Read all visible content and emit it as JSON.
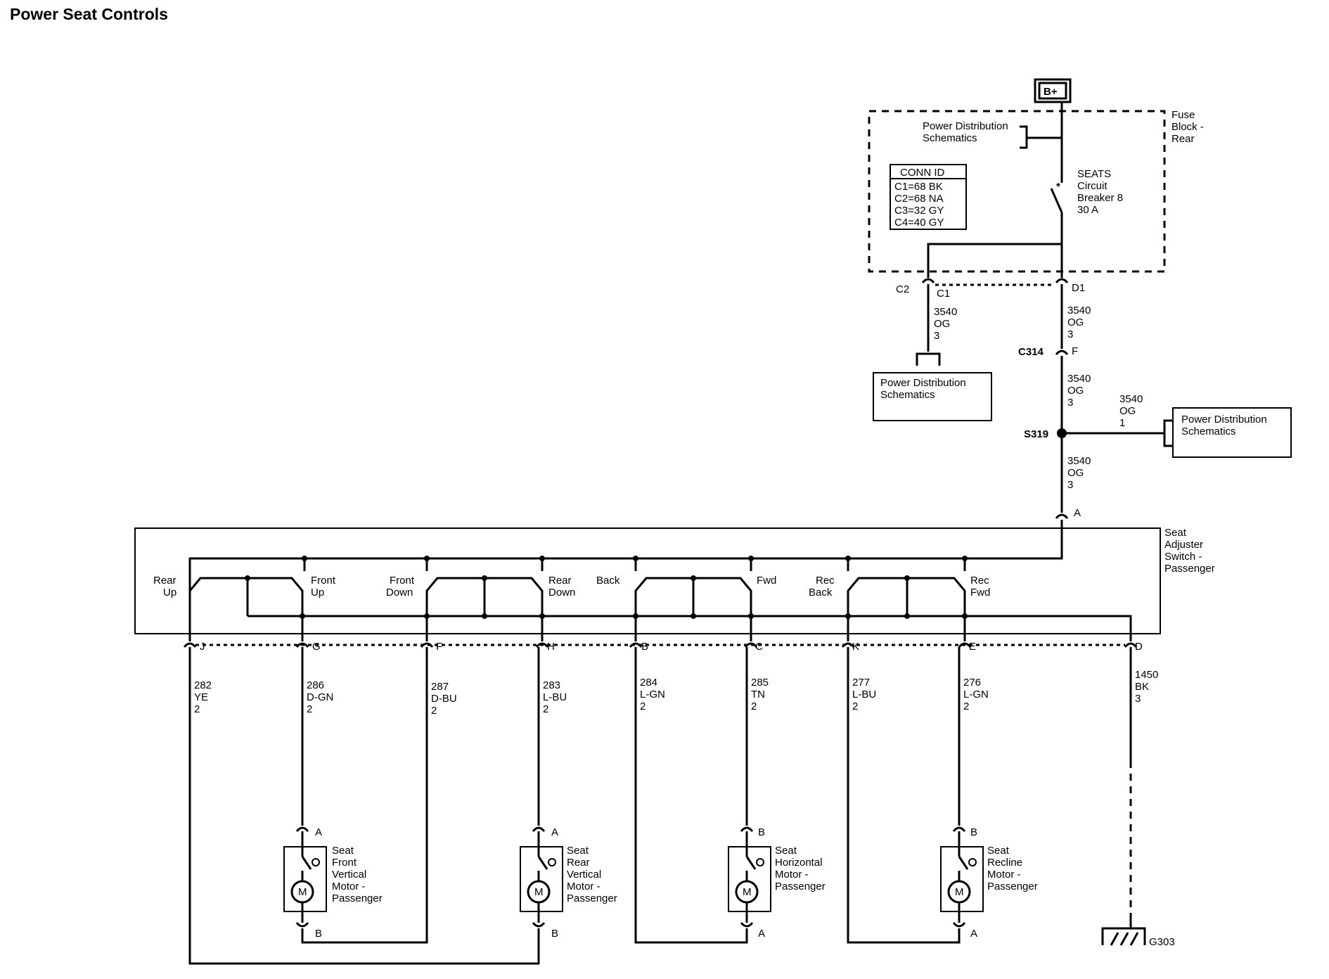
{
  "title": "Power Seat Controls",
  "battery": "B+",
  "fuse_block": {
    "label": [
      "Fuse",
      "Block -",
      "Rear"
    ],
    "power_dist": [
      "Power Distribution",
      "Schematics"
    ],
    "conn_id_header": "CONN ID",
    "conn_ids": [
      "C1=68 BK",
      "C2=68 NA",
      "C3=32 GY",
      "C4=40 GY"
    ],
    "breaker": [
      "SEATS",
      "Circuit",
      "Breaker 8",
      "30 A"
    ],
    "pin_c2": "C2",
    "pin_c1": "C1",
    "pin_d1": "D1"
  },
  "wire_left": [
    "3540",
    "OG",
    "3"
  ],
  "pds_left": [
    "Power Distribution",
    "Schematics"
  ],
  "wire_d1": [
    "3540",
    "OG",
    "3"
  ],
  "c314": {
    "name": "C314",
    "pin": "F"
  },
  "wire_c314": [
    "3540",
    "OG",
    "3"
  ],
  "s319": "S319",
  "wire_s319_branch": [
    "3540",
    "OG",
    "1"
  ],
  "pds_right": [
    "Power Distribution",
    "Schematics"
  ],
  "wire_s319": [
    "3540",
    "OG",
    "3"
  ],
  "switch": {
    "pin_a": "A",
    "label": [
      "Seat",
      "Adjuster",
      "Switch -",
      "Passenger"
    ],
    "positions": {
      "rear_up": [
        "Rear",
        "Up"
      ],
      "front_up": [
        "Front",
        "Up"
      ],
      "front_down": [
        "Front",
        "Down"
      ],
      "rear_down": [
        "Rear",
        "Down"
      ],
      "back": [
        "Back"
      ],
      "fwd": [
        "Fwd"
      ],
      "rec_back": [
        "Rec",
        "Back"
      ],
      "rec_fwd": [
        "Rec",
        "Fwd"
      ]
    }
  },
  "switch_pins": [
    "J",
    "G",
    "F",
    "H",
    "B",
    "C",
    "K",
    "E",
    "D"
  ],
  "wires": [
    [
      "282",
      "YE",
      "2"
    ],
    [
      "286",
      "D-GN",
      "2"
    ],
    [
      "287",
      "D-BU",
      "2"
    ],
    [
      "283",
      "L-BU",
      "2"
    ],
    [
      "284",
      "L-GN",
      "2"
    ],
    [
      "285",
      "TN",
      "2"
    ],
    [
      "277",
      "L-BU",
      "2"
    ],
    [
      "276",
      "L-GN",
      "2"
    ],
    [
      "1450",
      "BK",
      "3"
    ]
  ],
  "motors": [
    {
      "label": [
        "Seat",
        "Front",
        "Vertical",
        "Motor -",
        "Passenger"
      ],
      "top_pin": "A",
      "bottom_pin": "B",
      "symbol": "M"
    },
    {
      "label": [
        "Seat",
        "Rear",
        "Vertical",
        "Motor -",
        "Passenger"
      ],
      "top_pin": "A",
      "bottom_pin": "B",
      "symbol": "M"
    },
    {
      "label": [
        "Seat",
        "Horizontal",
        "Motor -",
        "Passenger"
      ],
      "top_pin": "B",
      "bottom_pin": "A",
      "symbol": "M"
    },
    {
      "label": [
        "Seat",
        "Recline",
        "Motor -",
        "Passenger"
      ],
      "top_pin": "B",
      "bottom_pin": "A",
      "symbol": "M"
    }
  ],
  "ground": "G303"
}
